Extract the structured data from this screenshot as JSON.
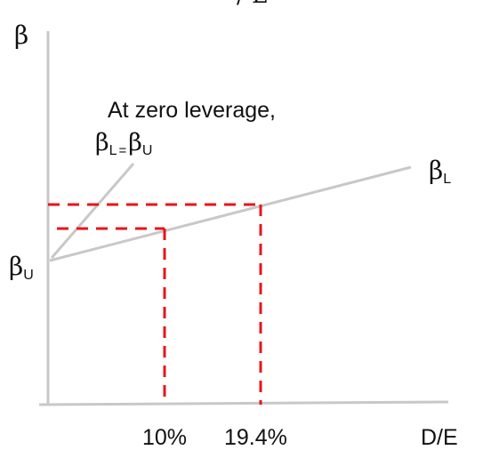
{
  "diagram": {
    "top_fragment": "/ L",
    "y_axis_label": "β",
    "x_axis_label": "D/E",
    "annotation": {
      "line1": "At zero leverage,",
      "lhs": "β",
      "lhs_sub": "L",
      "equals": "=",
      "rhs": "β",
      "rhs_sub": "U"
    },
    "beta_l_label": {
      "symbol": "β",
      "sub": "L"
    },
    "beta_u_label": {
      "symbol": "β",
      "sub": "U"
    },
    "x_ticks": [
      "10%",
      "19.4%"
    ],
    "colors": {
      "axis": "#c8c8c8",
      "line": "#c8c8c8",
      "guide": "#e8141a",
      "text": "#111111"
    }
  }
}
